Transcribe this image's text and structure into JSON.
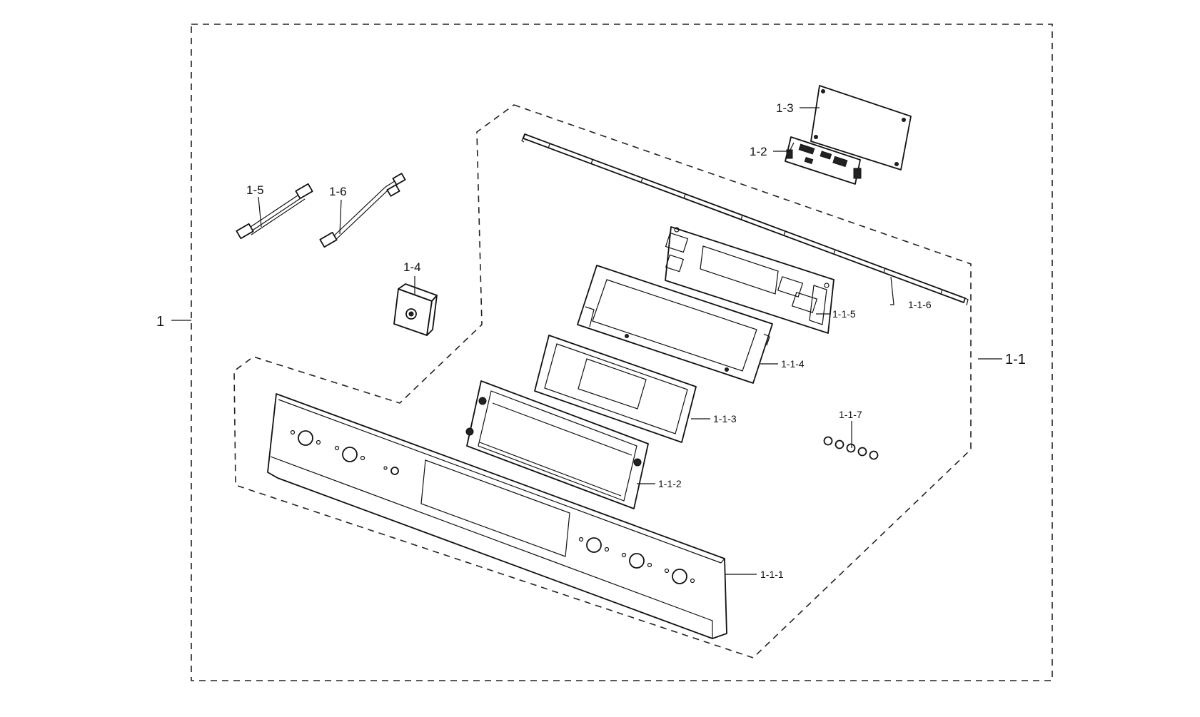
{
  "labels": {
    "p1": "1",
    "p1_1": "1-1",
    "p1_2": "1-2",
    "p1_3": "1-3",
    "p1_4": "1-4",
    "p1_5": "1-5",
    "p1_6": "1-6",
    "p1_1_1": "1-1-1",
    "p1_1_2": "1-1-2",
    "p1_1_3": "1-1-3",
    "p1_1_4": "1-1-4",
    "p1_1_5": "1-1-5",
    "p1_1_6": "1-1-6",
    "p1_1_7": "1-1-7"
  }
}
